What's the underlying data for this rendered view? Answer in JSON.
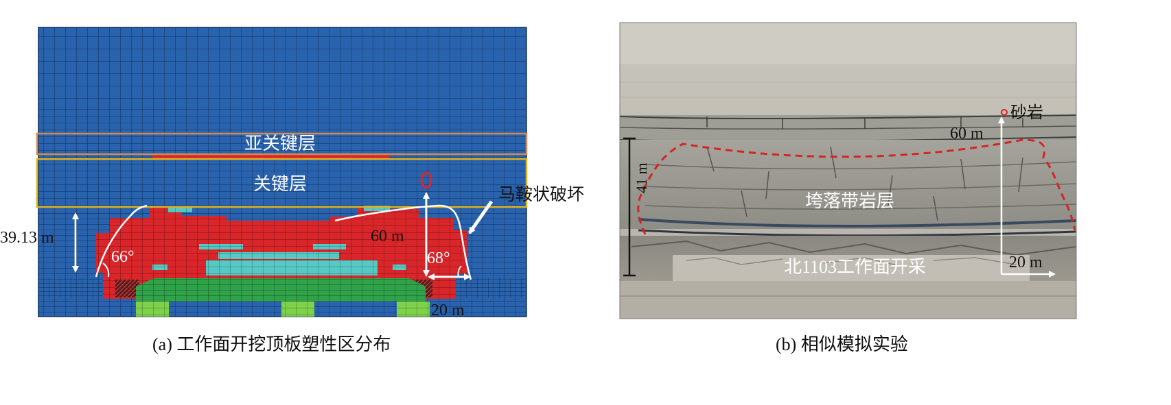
{
  "panel_a": {
    "caption": "(a) 工作面开挖顶板塑性区分布",
    "label_sub_key_stratum": "亚关键层",
    "label_key_stratum": "关键层",
    "label_saddle_failure": "马鞍状破坏",
    "dim_height": "39.13 m",
    "angle_left": "66°",
    "angle_right": "68°",
    "dim_60": "60 m",
    "dim_20": "20 m",
    "colors": {
      "mesh_blue": "#2a63ad",
      "plastic_red": "#d9262a",
      "cyan": "#57c9c4",
      "green": "#2fa24a",
      "light_green": "#7fd04b",
      "sub_key_box": "#d48a55",
      "key_box": "#e0b21c"
    }
  },
  "panel_b": {
    "caption": "(b) 相似模拟实验",
    "label_sandstone": "砂岩",
    "dim_60": "60 m",
    "dim_41": "41 m",
    "label_caving_zone": "垮落带岩层",
    "label_face": "北1103工作面开采",
    "dim_20": "20 m",
    "colors": {
      "dashed_red": "#d62424"
    }
  }
}
